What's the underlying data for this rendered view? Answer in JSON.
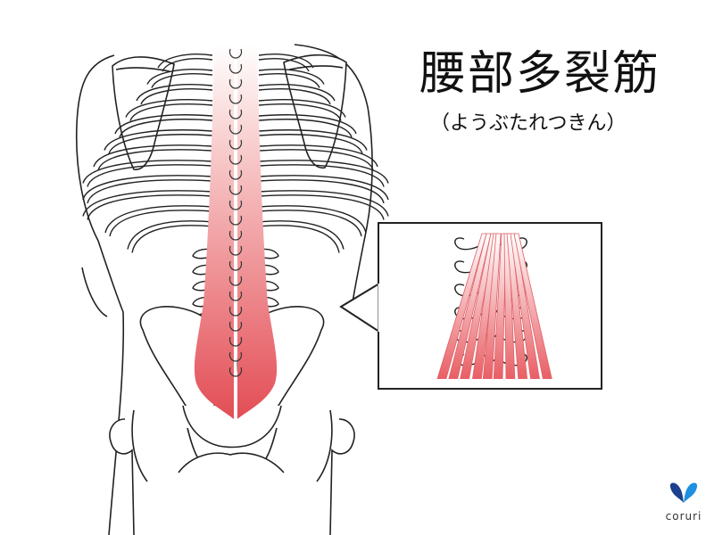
{
  "title": "腰部多裂筋",
  "reading": "（ようぶたれつきん）",
  "brand": {
    "name": "coruri",
    "logo_icon": "butterfly-icon"
  },
  "colors": {
    "muscle_top": "#fde3e3",
    "muscle_bottom": "#e8525a",
    "outline": "#222222",
    "logo_blue": "#1f8fe0",
    "logo_dark": "#1c3f8f"
  }
}
